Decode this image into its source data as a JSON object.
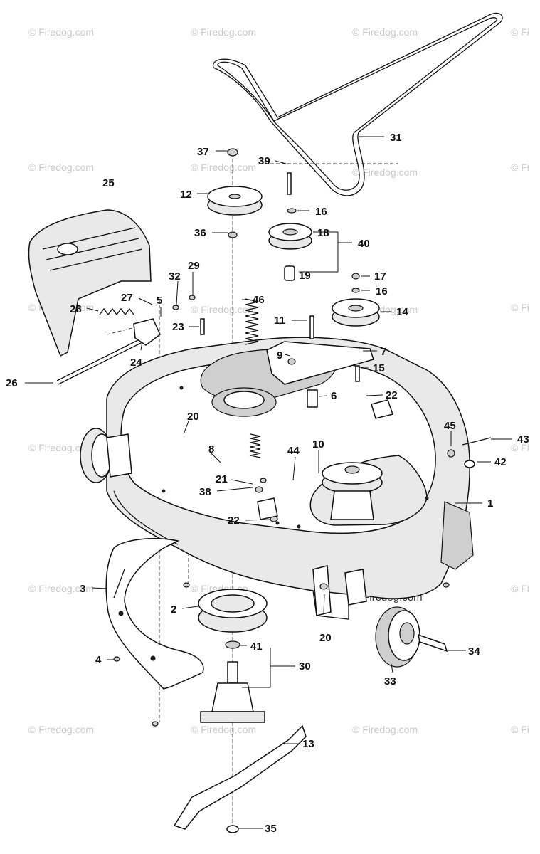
{
  "diagram": {
    "watermark_text": "© Firedog.com",
    "watermark_partial": "© Fi",
    "watermark_cut": "© Firedog.co",
    "callouts": [
      {
        "label": "31"
      },
      {
        "label": "37"
      },
      {
        "label": "39"
      },
      {
        "label": "25"
      },
      {
        "label": "12"
      },
      {
        "label": "16"
      },
      {
        "label": "36"
      },
      {
        "label": "18"
      },
      {
        "label": "40"
      },
      {
        "label": "19"
      },
      {
        "label": "17"
      },
      {
        "label": "29"
      },
      {
        "label": "32"
      },
      {
        "label": "16"
      },
      {
        "label": "5"
      },
      {
        "label": "27"
      },
      {
        "label": "46"
      },
      {
        "label": "28"
      },
      {
        "label": "14"
      },
      {
        "label": "11"
      },
      {
        "label": "23"
      },
      {
        "label": "9"
      },
      {
        "label": "7"
      },
      {
        "label": "24"
      },
      {
        "label": "15"
      },
      {
        "label": "26"
      },
      {
        "label": "6"
      },
      {
        "label": "22"
      },
      {
        "label": "20"
      },
      {
        "label": "45"
      },
      {
        "label": "43"
      },
      {
        "label": "8"
      },
      {
        "label": "44"
      },
      {
        "label": "10"
      },
      {
        "label": "42"
      },
      {
        "label": "21"
      },
      {
        "label": "38"
      },
      {
        "label": "1"
      },
      {
        "label": "22"
      },
      {
        "label": "3"
      },
      {
        "label": "2"
      },
      {
        "label": "20"
      },
      {
        "label": "41"
      },
      {
        "label": "34"
      },
      {
        "label": "4"
      },
      {
        "label": "30"
      },
      {
        "label": "33"
      },
      {
        "label": "13"
      },
      {
        "label": "35"
      }
    ]
  }
}
